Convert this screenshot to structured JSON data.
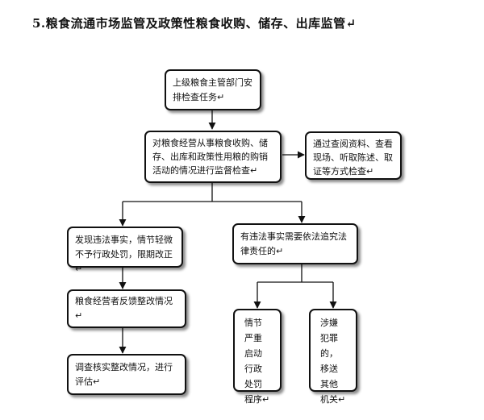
{
  "title": "5.粮食流通市场监管及政策性粮食收购、储存、出库监管↵",
  "boxes": {
    "top": "上级粮食主管部门安排检查任务↵",
    "inspect": "对粮食经营从事粮食收购、储存、出库和政策性用粮的购销活动的情况进行监督检查↵",
    "methods": "通过查阅资料、查看现场、听取陈述、取证等方式检查↵",
    "minor": "发现违法事实，情节轻微不予行政处罚，限期改正↵",
    "liability": "有违法事实需要依法追究法律责任的↵",
    "feedback": "粮食经营者反馈整改情况↵",
    "verify": "调查核实整改情况，进行评估↵",
    "penalty": "情节严重启动行政处罚程序↵",
    "transfer": "涉嫌犯罪的，移送其他机关↵"
  },
  "colors": {
    "line": "#111111",
    "shadow": "#777777"
  }
}
